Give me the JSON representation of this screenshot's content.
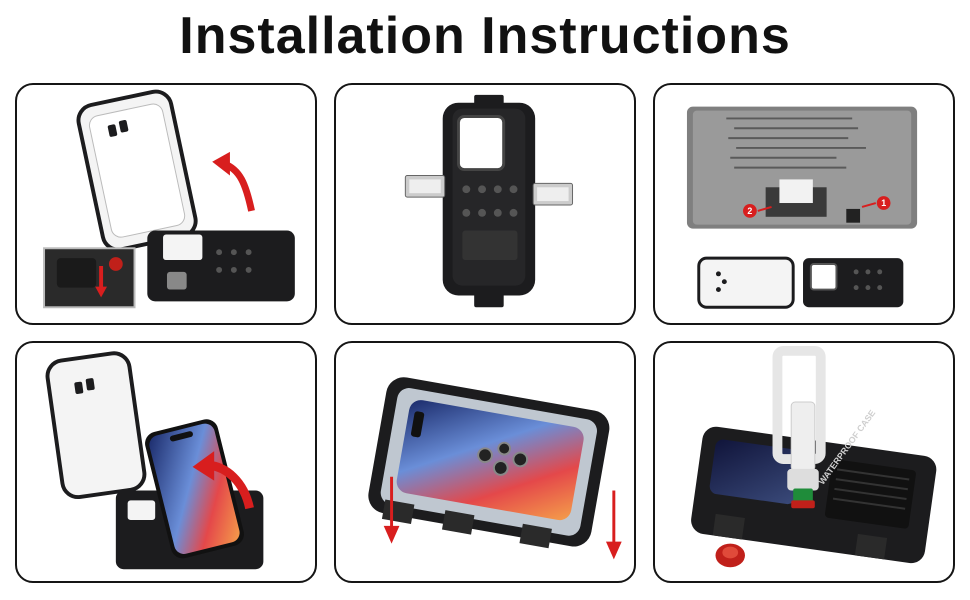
{
  "title": "Installation Instructions",
  "colors": {
    "case_body": "#1c1c1e",
    "arrow_red": "#d81e1e",
    "panel_border": "#151515",
    "cap_red": "#c0201a",
    "cap_green": "#1f8c3a"
  },
  "steps": [
    {
      "icon": "case-open-lid-icon"
    },
    {
      "icon": "case-back-view-icon"
    },
    {
      "icon": "case-model-label-icon",
      "markers": [
        "1",
        "2"
      ]
    },
    {
      "icon": "insert-phone-icon"
    },
    {
      "icon": "close-case-icon"
    },
    {
      "icon": "leak-test-tool-icon",
      "case_text": "WATERPROOF CASE"
    }
  ]
}
